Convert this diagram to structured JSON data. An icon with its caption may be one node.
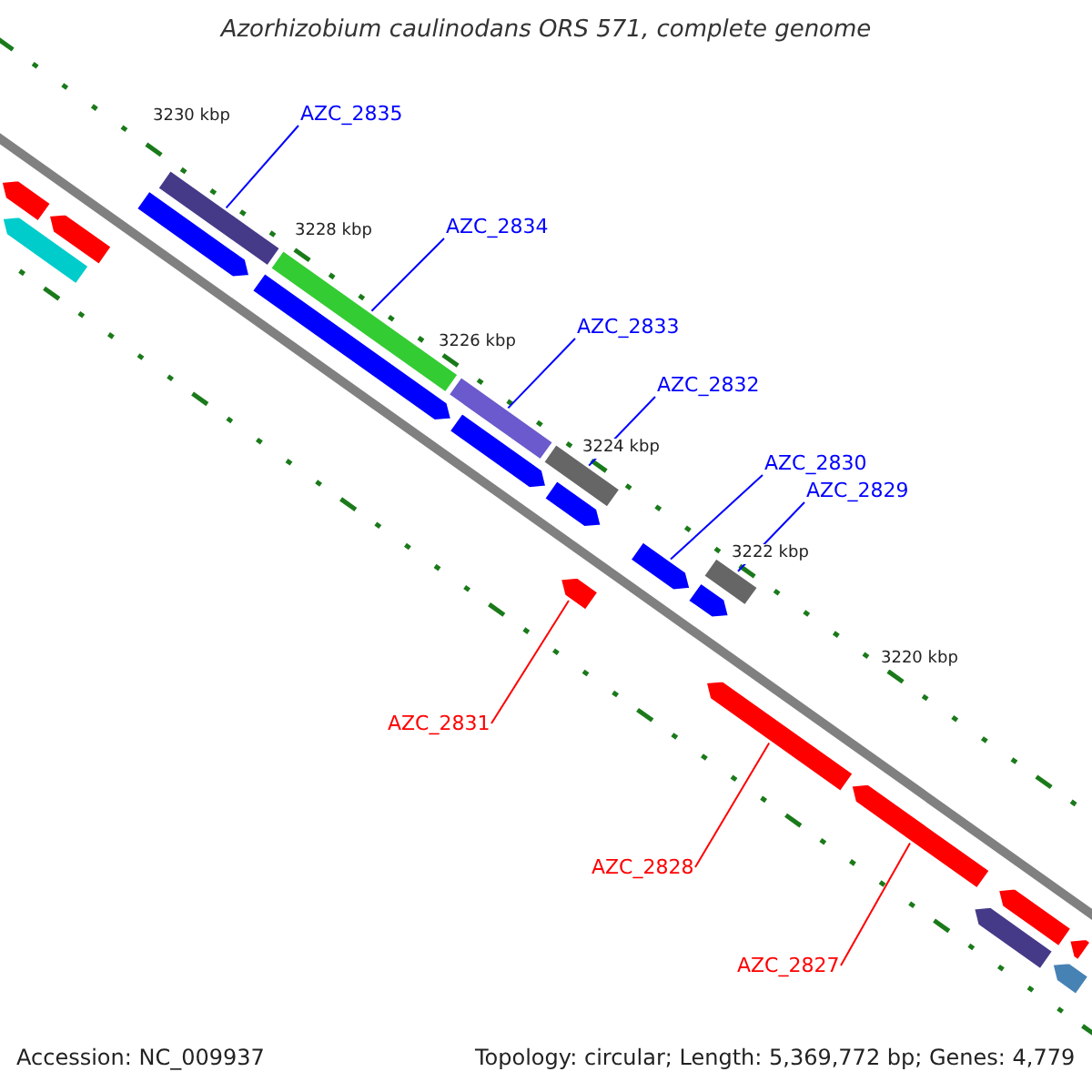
{
  "diagram": {
    "title": "Azorhizobium caulinodans ORS 571, complete genome",
    "nodes": [
      {
        "text": [
          "AZC_2835"
        ]
      },
      {
        "text": [
          "AZC_2834"
        ]
      },
      {
        "text": [
          "AZC_2833"
        ]
      },
      {
        "text": [
          "AZC_2832"
        ]
      },
      {
        "text": [
          "AZC_2830"
        ]
      },
      {
        "text": [
          "AZC_2829"
        ]
      },
      {
        "text": [
          "AZC_2831"
        ]
      },
      {
        "text": [
          "AZC_2828"
        ]
      },
      {
        "text": [
          "AZC_2827"
        ]
      },
      {
        "text": [],
        "shape": "bar"
      },
      {
        "text": [],
        "shape": "bar"
      },
      {
        "text": [],
        "shape": "bar"
      },
      {
        "text": [],
        "shape": "bar"
      },
      {
        "text": [],
        "shape": "bar"
      },
      {
        "text": [],
        "shape": "bar"
      },
      {
        "text": [],
        "shape": "bar"
      },
      {
        "text": [],
        "shape": "bar"
      },
      {
        "text": [],
        "shape": "bar"
      },
      {
        "text": [],
        "shape": "bar"
      },
      {
        "text": [],
        "shape": "bar"
      },
      {
        "text": [],
        "shape": "bar"
      },
      {
        "text": [],
        "shape": "bar"
      },
      {
        "text": [],
        "shape": "bar"
      },
      {
        "text": [],
        "shape": "bar"
      },
      {
        "text": [],
        "shape": "bar"
      },
      {
        "text": [],
        "shape": "bar"
      },
      {
        "text": [],
        "shape": "bar"
      },
      {
        "text": [],
        "shape": "bar"
      },
      {
        "text": [],
        "shape": "bar"
      },
      {
        "text": [],
        "shape": "bar"
      }
    ],
    "edges": [
      {
        "from": 0,
        "to": 9,
        "arrow": "none"
      },
      {
        "from": 1,
        "to": 10,
        "arrow": "none"
      },
      {
        "from": 2,
        "to": 11,
        "arrow": "none"
      },
      {
        "from": 3,
        "to": 12,
        "arrow": "none"
      },
      {
        "from": 4,
        "to": 13,
        "arrow": "none"
      },
      {
        "from": 5,
        "to": 14,
        "arrow": "none"
      },
      {
        "from": 6,
        "to": 15,
        "arrow": "none",
        "color": "#ff0000"
      },
      {
        "from": 7,
        "to": 16,
        "arrow": "none",
        "color": "#ff0000"
      },
      {
        "from": 8,
        "to": 17,
        "arrow": "none",
        "color": "#ff0000"
      }
    ],
    "labels": [
      "3230 kbp",
      "3228 kbp",
      "3226 kbp",
      "3224 kbp",
      "3222 kbp",
      "3220 kbp",
      "Accession: NC_009937",
      "Topology: circular; Length: 5,369,772 bp; Genes: 4,779"
    ]
  }
}
